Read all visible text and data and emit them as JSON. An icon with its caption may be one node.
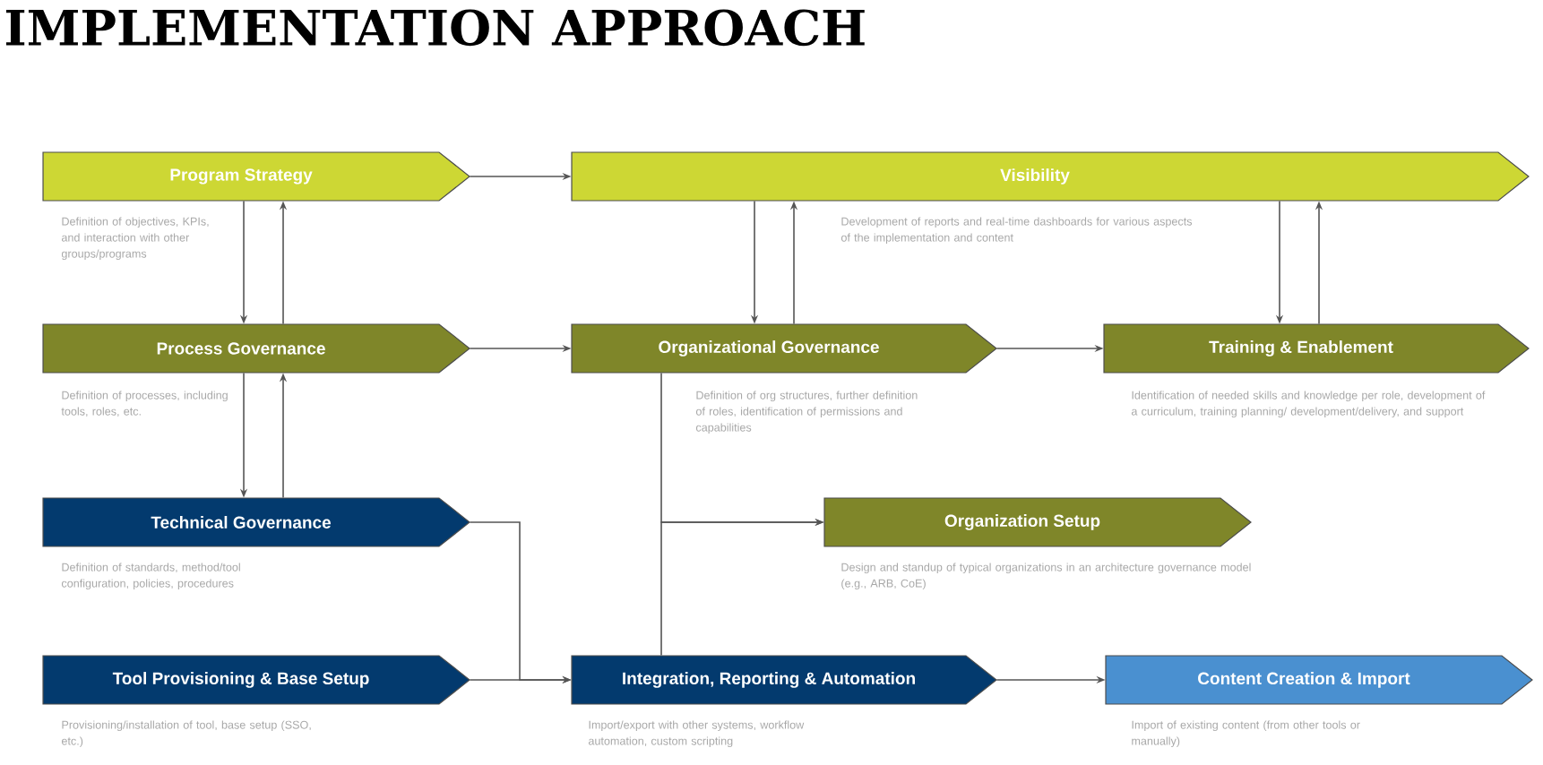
{
  "diagram": {
    "title": "IMPLEMENTATION APPROACH",
    "nodes": [
      {
        "text": [
          "Program Strategy"
        ],
        "beside": [
          "Definition of objectives, KPIs, and interaction with other groups/programs"
        ]
      },
      {
        "text": [
          "Visibility"
        ],
        "beside": [
          "Development of reports and real-time dashboards for various aspects of the implementation and content"
        ]
      },
      {
        "text": [
          "Process Governance"
        ],
        "beside": [
          "Definition of processes, including tools, roles, etc."
        ]
      },
      {
        "text": [
          "Organizational Governance"
        ],
        "beside": [
          "Definition of org structures, further definition of roles, identification of permissions and capabilities"
        ]
      },
      {
        "text": [
          "Training & Enablement"
        ],
        "beside": [
          "Identification of needed skills and knowledge per role, development of a curriculum, training planning/ development/delivery, and support"
        ]
      },
      {
        "text": [
          "Technical Governance"
        ],
        "beside": [
          "Definition of standards, method/tool configuration, policies, procedures"
        ]
      },
      {
        "text": [
          "Organization Setup"
        ],
        "beside": [
          "Design and standup of typical organizations in an architecture governance model (e.g., ARB, CoE)"
        ]
      },
      {
        "text": [
          "Tool Provisioning & Base Setup"
        ],
        "beside": [
          "Provisioning/installation of tool, base setup (SSO, etc.)"
        ]
      },
      {
        "text": [
          "Integration, Reporting & Automation"
        ],
        "beside": [
          "Import/export with other systems, workflow automation, custom scripting"
        ]
      },
      {
        "text": [
          "Content Creation & Import"
        ],
        "beside": [
          "Import of existing content (from other tools or manually)"
        ]
      }
    ],
    "edges": [
      {
        "from": 0,
        "to": 1,
        "arrow": "to"
      },
      {
        "from": 0,
        "to": 2,
        "arrow": "to"
      },
      {
        "from": 2,
        "to": 0,
        "arrow": "to"
      },
      {
        "from": 1,
        "to": 3,
        "arrow": "to"
      },
      {
        "from": 3,
        "to": 1,
        "arrow": "to"
      },
      {
        "from": 1,
        "to": 4,
        "arrow": "to"
      },
      {
        "from": 4,
        "to": 1,
        "arrow": "to"
      },
      {
        "from": 2,
        "to": 3,
        "arrow": "to"
      },
      {
        "from": 3,
        "to": 4,
        "arrow": "to"
      },
      {
        "from": 2,
        "to": 5,
        "arrow": "to"
      },
      {
        "from": 5,
        "to": 2,
        "arrow": "to"
      },
      {
        "from": 3,
        "to": 6,
        "arrow": "to"
      },
      {
        "from": 8,
        "to": 6,
        "arrow": "to"
      },
      {
        "from": 5,
        "to": 8,
        "arrow": "to"
      },
      {
        "from": 7,
        "to": 8,
        "arrow": "to"
      },
      {
        "from": 8,
        "to": 9,
        "arrow": "to"
      }
    ]
  }
}
